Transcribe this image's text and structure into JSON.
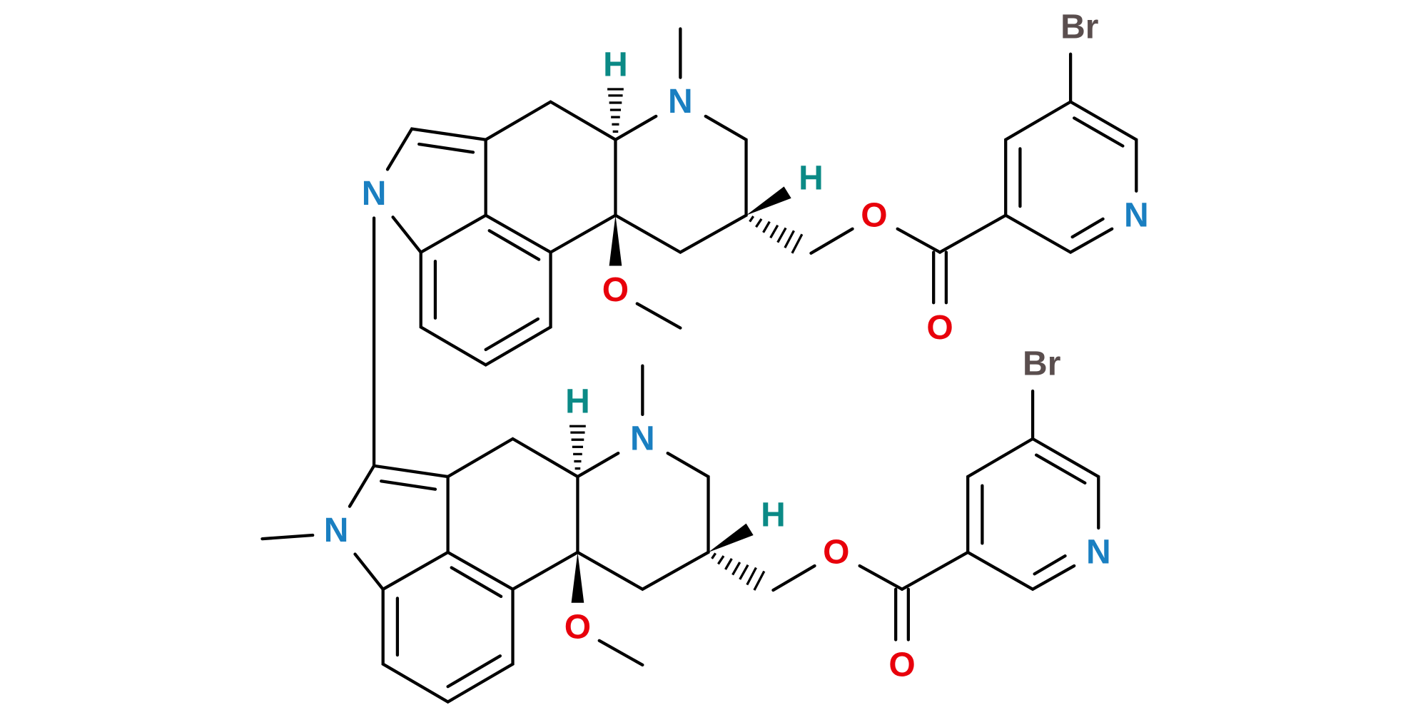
{
  "title": "Bis(nicergoline-type) dimer structure",
  "colors": {
    "nitrogen": "#1a7fc1",
    "oxygen": "#e8000b",
    "hydrogen": "#0b8a86",
    "bromine": "#5a4e4e",
    "bond": "#000000"
  },
  "top_unit": {
    "indole_n": "N",
    "amine_n": "N",
    "h_ring_junction": "H",
    "h_stereo": "H",
    "methoxy_o": "O",
    "ester_o": "O",
    "carbonyl_o": "O",
    "pyridine_n": "N",
    "bromine": "Br"
  },
  "bottom_unit": {
    "indole_n": "N",
    "amine_n": "N",
    "h_ring_junction": "H",
    "h_stereo": "H",
    "methoxy_o": "O",
    "ester_o": "O",
    "carbonyl_o": "O",
    "pyridine_n": "N",
    "bromine": "Br"
  }
}
